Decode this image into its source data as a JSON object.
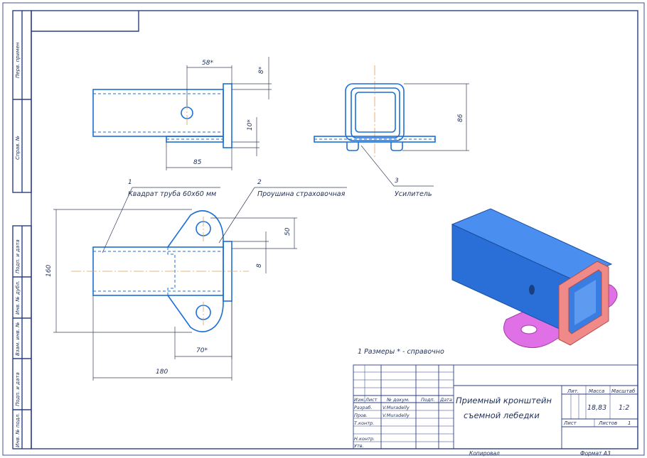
{
  "sidebar": {
    "perv_primen": "Перв. примен",
    "sprav_no": "Справ. №",
    "podp_data_1": "Подп. и дата",
    "inv_dubl": "Инв. № дубл.",
    "vzam_inv": "Взам. инв. №",
    "podp_data_2": "Подп. и дата",
    "inv_podl": "Инв. № подл."
  },
  "views": {
    "front": {
      "dim_58": "58*",
      "dim_8": "8*",
      "dim_10": "10*",
      "dim_85": "85"
    },
    "side": {
      "dim_86": "86"
    },
    "top": {
      "dim_160": "160",
      "dim_50": "50",
      "dim_8": "8",
      "dim_70": "70*",
      "dim_180": "180"
    }
  },
  "leaders": [
    {
      "num": "1",
      "text": "Квадрат труба 60х60 мм"
    },
    {
      "num": "2",
      "text": "Проушина страховочная"
    },
    {
      "num": "3",
      "text": "Усилитель"
    }
  ],
  "note": "1 Размеры * - справочно",
  "title_block": {
    "title_line1": "Приемный кронштейн",
    "title_line2": "съемной лебедки",
    "col_izm": "Изм.",
    "col_list": "Лист",
    "col_doc": "№ докум.",
    "col_podp": "Подп.",
    "col_data": "Дата",
    "razrab": "Разраб.",
    "prov": "Пров.",
    "tkontr": "Т.контр.",
    "nkontr": "Н.контр.",
    "utv": "Утв.",
    "razrab_name": "V.Muradelly",
    "prov_name": "V.Muradelly",
    "lit_label": "Лит.",
    "massa_label": "Масса",
    "masshtab_label": "Масштаб",
    "massa_value": "18,83",
    "masshtab_value": "1:2",
    "list_label": "Лист",
    "listov_label": "Листов",
    "listov_value": "1"
  },
  "footer": {
    "kopiroval": "Копировал",
    "format": "Формат     А3"
  },
  "colors": {
    "frame": "#2b3e84",
    "part": "#1c6fd6",
    "body3d": "#2a6fd8",
    "flange3d": "#f08a88",
    "plate3d": "#e070e6",
    "axis": "#d8a060"
  }
}
